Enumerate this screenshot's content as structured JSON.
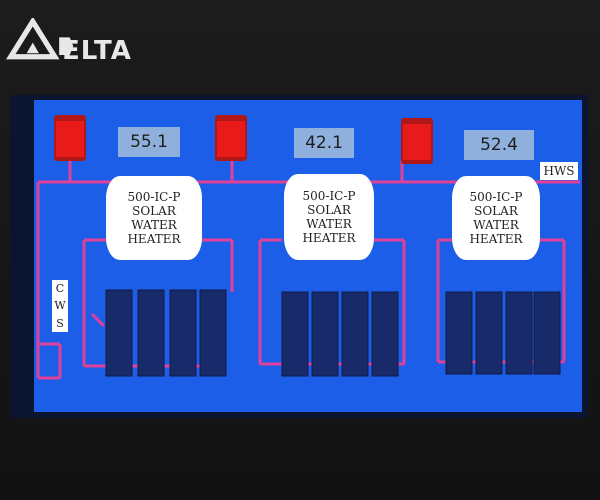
{
  "brand": {
    "name": "ELTA",
    "logo": "delta-triangle-logo"
  },
  "screen": {
    "background": "#1d5ee8",
    "pipe_color": "#e0409a"
  },
  "systems": [
    {
      "temperature": "55.1",
      "tank": {
        "line1": "500-IC-P",
        "line2": "SOLAR",
        "line3": "WATER",
        "line4": "HEATER"
      }
    },
    {
      "temperature": "42.1",
      "tank": {
        "line1": "500-IC-P",
        "line2": "SOLAR",
        "line3": "WATER",
        "line4": "HEATER"
      }
    },
    {
      "temperature": "52.4",
      "tank": {
        "line1": "500-IC-P",
        "line2": "SOLAR",
        "line3": "WATER",
        "line4": "HEATER"
      }
    }
  ],
  "labels": {
    "hws": "HWS",
    "cws": [
      "C",
      "W",
      "S"
    ]
  },
  "icons": {
    "indicator": "red-status-lamp-icon",
    "panel": "solar-collector-panel-icon"
  }
}
